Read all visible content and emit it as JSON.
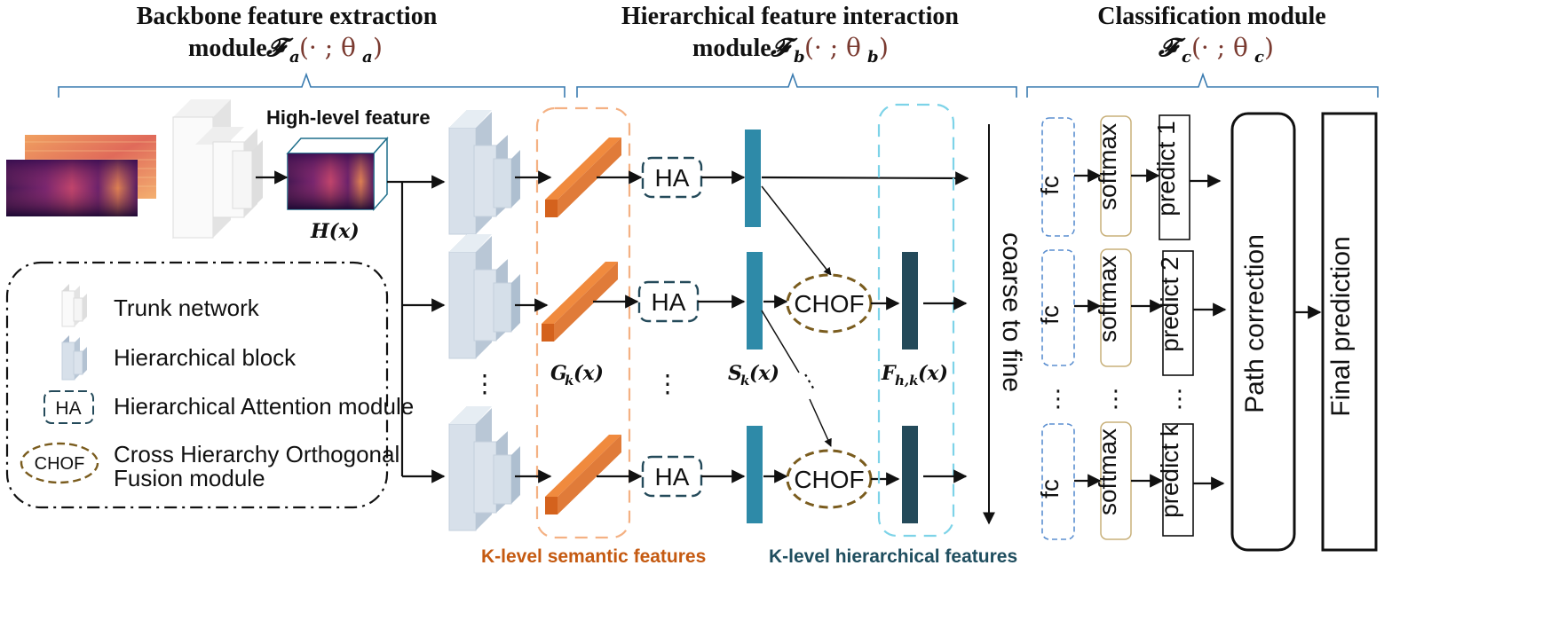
{
  "titles": {
    "backbone_line1": "Backbone feature extraction",
    "backbone_line2": "module",
    "backbone_math": "𝓕",
    "backbone_sub": "a",
    "backbone_params": "(· ; θ",
    "backbone_param_sub": "a",
    "hierarchical_line1": "Hierarchical feature interaction",
    "hierarchical_line2": "module",
    "hierarchical_math": "𝓕",
    "hierarchical_sub": "b",
    "hierarchical_params": "(· ; θ",
    "hierarchical_param_sub": "b",
    "classification_line1": "Classification module",
    "classification_math": "𝓕",
    "classification_sub": "c",
    "classification_params": "(· ; θ",
    "classification_param_sub": "c"
  },
  "labels": {
    "high_level_feature": "High-level feature",
    "hx": "H(x)",
    "gk": "G",
    "gk_sub": "k",
    "gk_arg": "(x)",
    "sk": "S",
    "sk_sub": "k",
    "sk_arg": "(x)",
    "fhk": "F",
    "fhk_sub": "h,k",
    "fhk_arg": "(x)",
    "coarse_to_fine": "coarse to fine",
    "k_level_semantic": "K-level semantic features",
    "k_level_hierarchical": "K-level hierarchical features",
    "ha": "HA",
    "chof": "CHOF",
    "dots": "⋮"
  },
  "legend": {
    "trunk": "Trunk network",
    "hier_block": "Hierarchical block",
    "ha_short": "HA",
    "ha_desc": "Hierarchical Attention module",
    "chof_short": "CHOF",
    "chof_desc_line1": "Cross Hierarchy Orthogonal",
    "chof_desc_line2": "Fusion module"
  },
  "classifier": {
    "fc": "fc",
    "softmax": "softmax",
    "predict1": "predict 1",
    "predict2": "predict 2",
    "predictk": "predict k",
    "path_correction": "Path correction",
    "final_prediction": "Final prediction"
  },
  "colors": {
    "bracket": "#3a7bb0",
    "orange": "#e07b39",
    "orange_dash": "#f4b183",
    "teal_bar": "#2e8aa8",
    "dark_bar": "#244a5a",
    "cyan_dash": "#7dd3e8",
    "ha_border": "#244a5a",
    "chof_border": "#7a5c1e",
    "semantic_text": "#c55a11",
    "hier_text": "#1f4e5f"
  }
}
